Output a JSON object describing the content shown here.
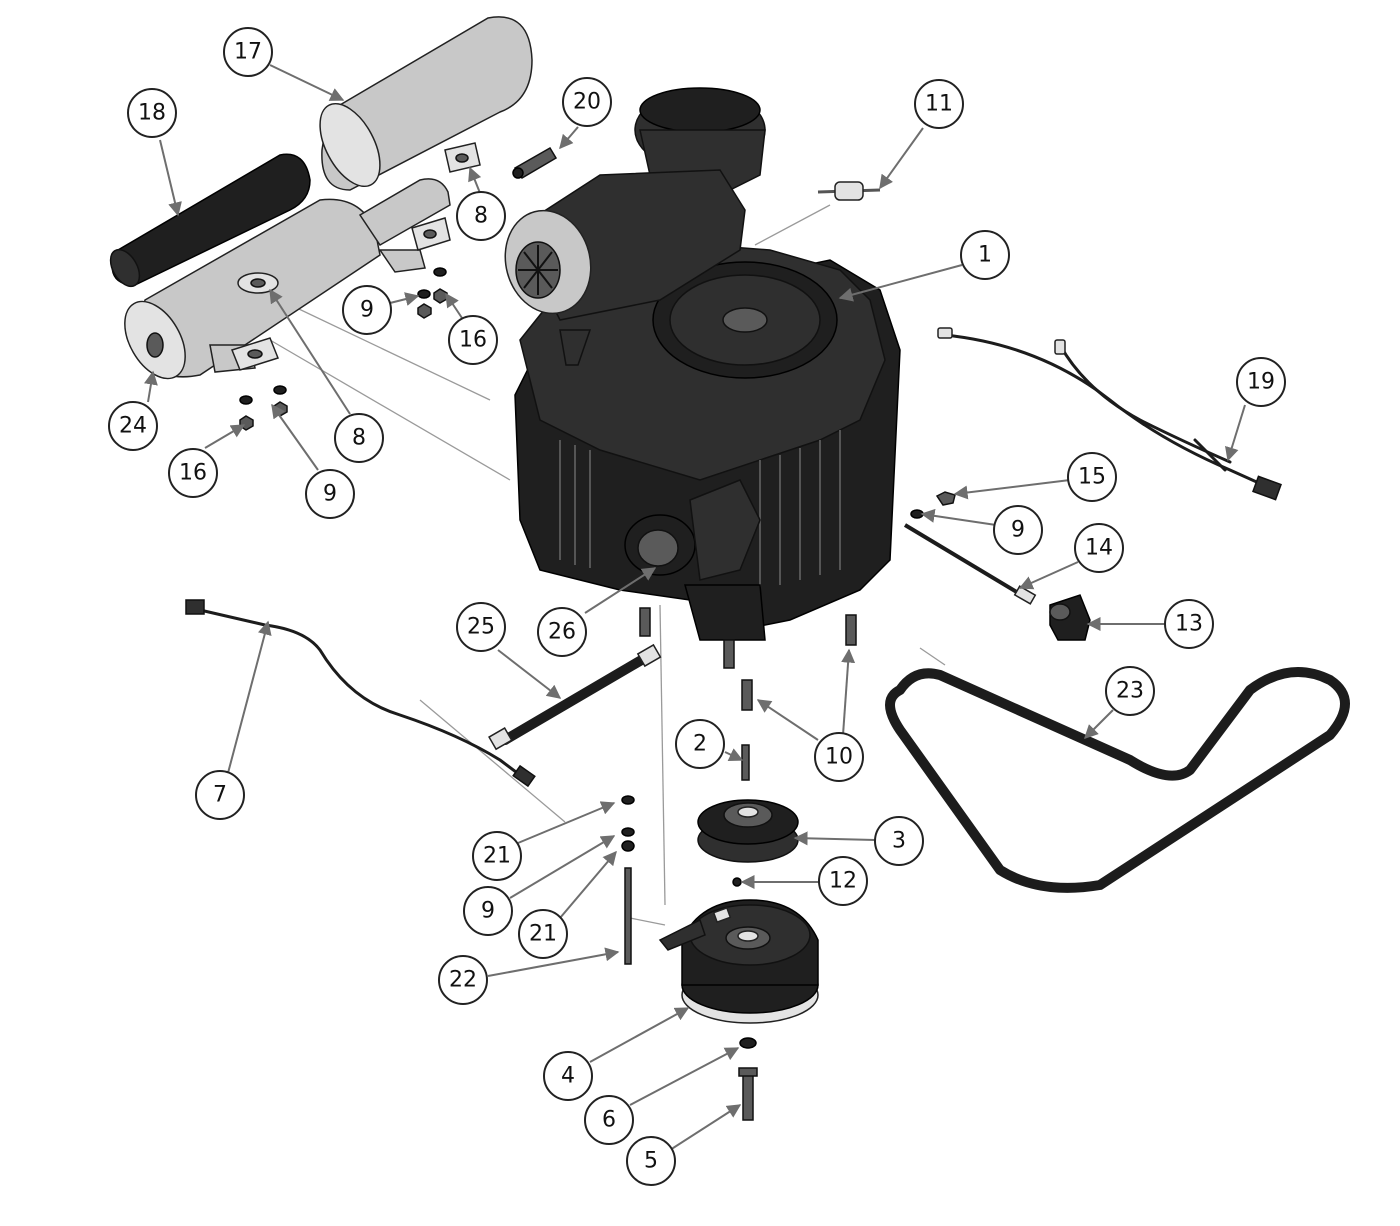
{
  "diagram": {
    "callouts": [
      {
        "id": "c1",
        "label": "1"
      },
      {
        "id": "c2",
        "label": "2"
      },
      {
        "id": "c3",
        "label": "3"
      },
      {
        "id": "c4",
        "label": "4"
      },
      {
        "id": "c5",
        "label": "5"
      },
      {
        "id": "c6",
        "label": "6"
      },
      {
        "id": "c7",
        "label": "7"
      },
      {
        "id": "c8a",
        "label": "8"
      },
      {
        "id": "c8b",
        "label": "8"
      },
      {
        "id": "c9a",
        "label": "9"
      },
      {
        "id": "c9b",
        "label": "9"
      },
      {
        "id": "c9c",
        "label": "9"
      },
      {
        "id": "c9d",
        "label": "9"
      },
      {
        "id": "c10",
        "label": "10"
      },
      {
        "id": "c11",
        "label": "11"
      },
      {
        "id": "c12",
        "label": "12"
      },
      {
        "id": "c13",
        "label": "13"
      },
      {
        "id": "c14",
        "label": "14"
      },
      {
        "id": "c15",
        "label": "15"
      },
      {
        "id": "c16a",
        "label": "16"
      },
      {
        "id": "c16b",
        "label": "16"
      },
      {
        "id": "c17",
        "label": "17"
      },
      {
        "id": "c18",
        "label": "18"
      },
      {
        "id": "c19",
        "label": "19"
      },
      {
        "id": "c20",
        "label": "20"
      },
      {
        "id": "c21a",
        "label": "21"
      },
      {
        "id": "c21b",
        "label": "21"
      },
      {
        "id": "c22",
        "label": "22"
      },
      {
        "id": "c23",
        "label": "23"
      },
      {
        "id": "c24",
        "label": "24"
      },
      {
        "id": "c25",
        "label": "25"
      },
      {
        "id": "c26",
        "label": "26"
      }
    ]
  },
  "colors": {
    "engine": "#2f2f2f",
    "muffler": "#c8c8c8",
    "callout_stroke": "#222222",
    "leader": "#6e6e6e"
  }
}
